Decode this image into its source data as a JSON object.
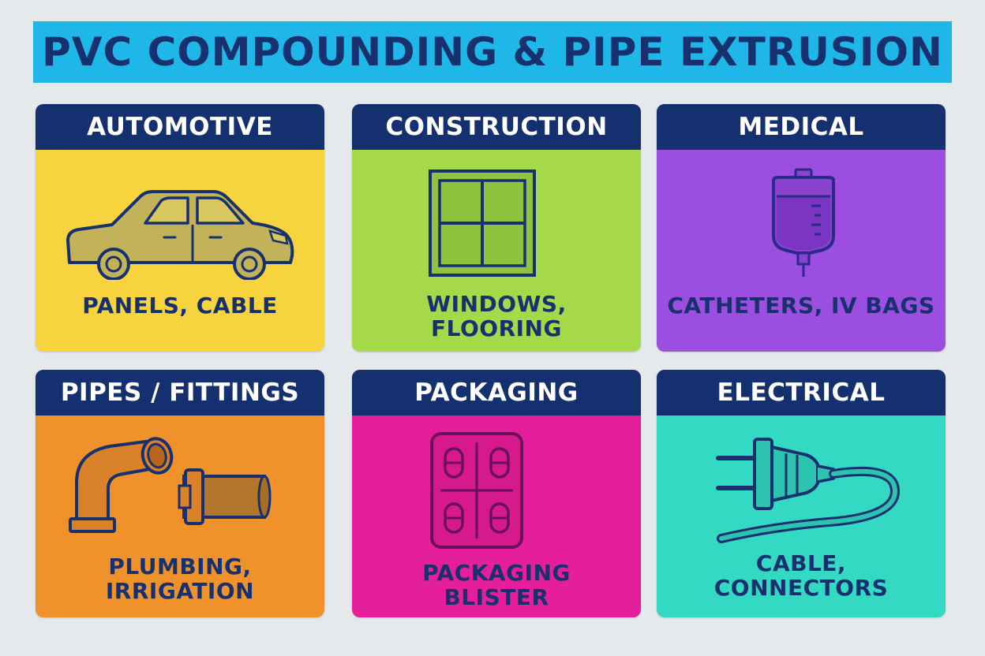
{
  "title": "PVC COMPOUNDING & PIPE EXTRUSION",
  "cards": [
    {
      "header": "AUTOMOTIVE",
      "caption_lines": [
        "PANELS, CABLE"
      ],
      "icon": "car-icon",
      "color": "#f7d33e"
    },
    {
      "header": "CONSTRUCTION",
      "caption_lines": [
        "WINDOWS,",
        "FLOORING"
      ],
      "icon": "window-icon",
      "color": "#a6d94a"
    },
    {
      "header": "MEDICAL",
      "caption_lines": [
        "CATHETERS, IV BAGS"
      ],
      "icon": "iv-bag-icon",
      "color": "#9b4ee0"
    },
    {
      "header": "PIPES / FITTINGS",
      "caption_lines": [
        "PLUMBING,",
        "IRRIGATION"
      ],
      "icon": "pipe-fittings-icon",
      "color": "#f0922c"
    },
    {
      "header": "PACKAGING",
      "caption_lines": [
        "PACKAGING",
        "BLISTER"
      ],
      "icon": "blister-pack-icon",
      "color": "#e51f9b"
    },
    {
      "header": "ELECTRICAL",
      "caption_lines": [
        "CABLE,",
        "CONNECTORS"
      ],
      "icon": "plug-cable-icon",
      "color": "#33d9c3"
    }
  ]
}
